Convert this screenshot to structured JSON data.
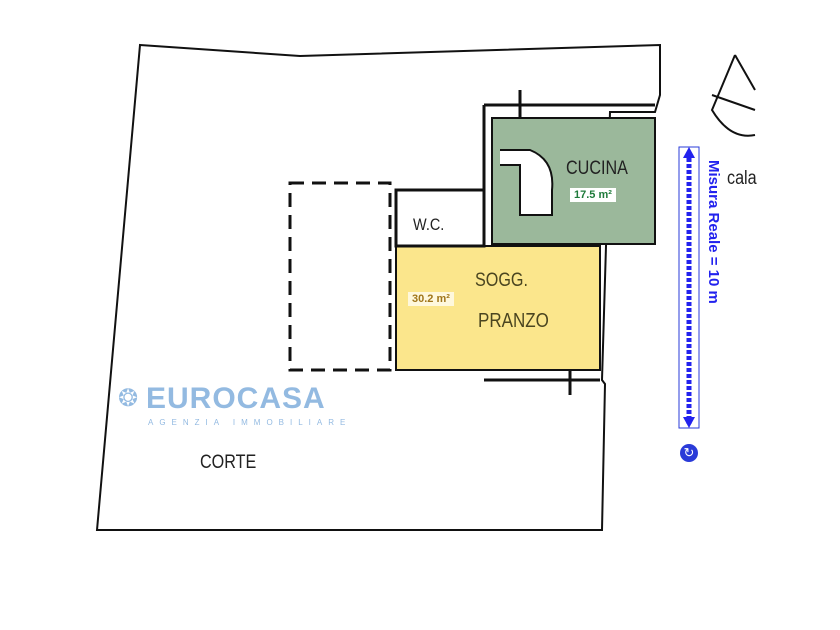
{
  "rooms": [
    {
      "name": "CUCINA",
      "area": "17.5 m²",
      "color": "#9bb89b"
    },
    {
      "name_line1": "SOGG.",
      "name_line2": "PRANZO",
      "area": "30.2 m²",
      "color": "#fbe68c"
    },
    {
      "name": "W.C."
    },
    {
      "name": "CORTE"
    }
  ],
  "stair_label": "cala",
  "watermark": {
    "brand": "EUROCASA",
    "subtitle": "AGENZIA IMMOBILIARE"
  },
  "scale": {
    "label": "Misura Reale = 10 m",
    "color": "#2222ee",
    "rotate_icon": "rotate-icon"
  }
}
